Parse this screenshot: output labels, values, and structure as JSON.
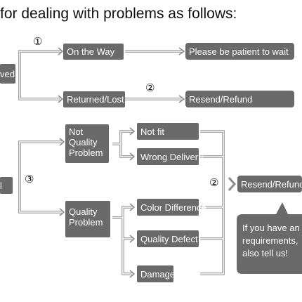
{
  "title": "for dealing with problems as follows:",
  "colors": {
    "box": "#6a6a6a",
    "line": "#8c8c8c",
    "text_on_box": "#ffffff"
  },
  "nodes": {
    "received": "ved",
    "on_the_way": "On the Way",
    "returned_lost": "Returned/Lost",
    "be_patient": "Please be patient to wait",
    "resend_refund_top": "Resend/Refund",
    "left_bottom": "l",
    "not_quality": "Not\nQuality\nProblem",
    "quality_problem": "Quality\nProblem",
    "not_fit": "Not fit",
    "wrong_delivery": "Wrong Deliveru",
    "color_difference": "Color Difference",
    "quality_defect": "Quality Defect",
    "damage": "Damage",
    "resend_refund_right": "Resend/Refunc",
    "bubble": "If you have an\nrequirements,\nalso tell us!"
  },
  "markers": {
    "one": "①",
    "two_top": "②",
    "three": "③",
    "two_right": "②"
  }
}
